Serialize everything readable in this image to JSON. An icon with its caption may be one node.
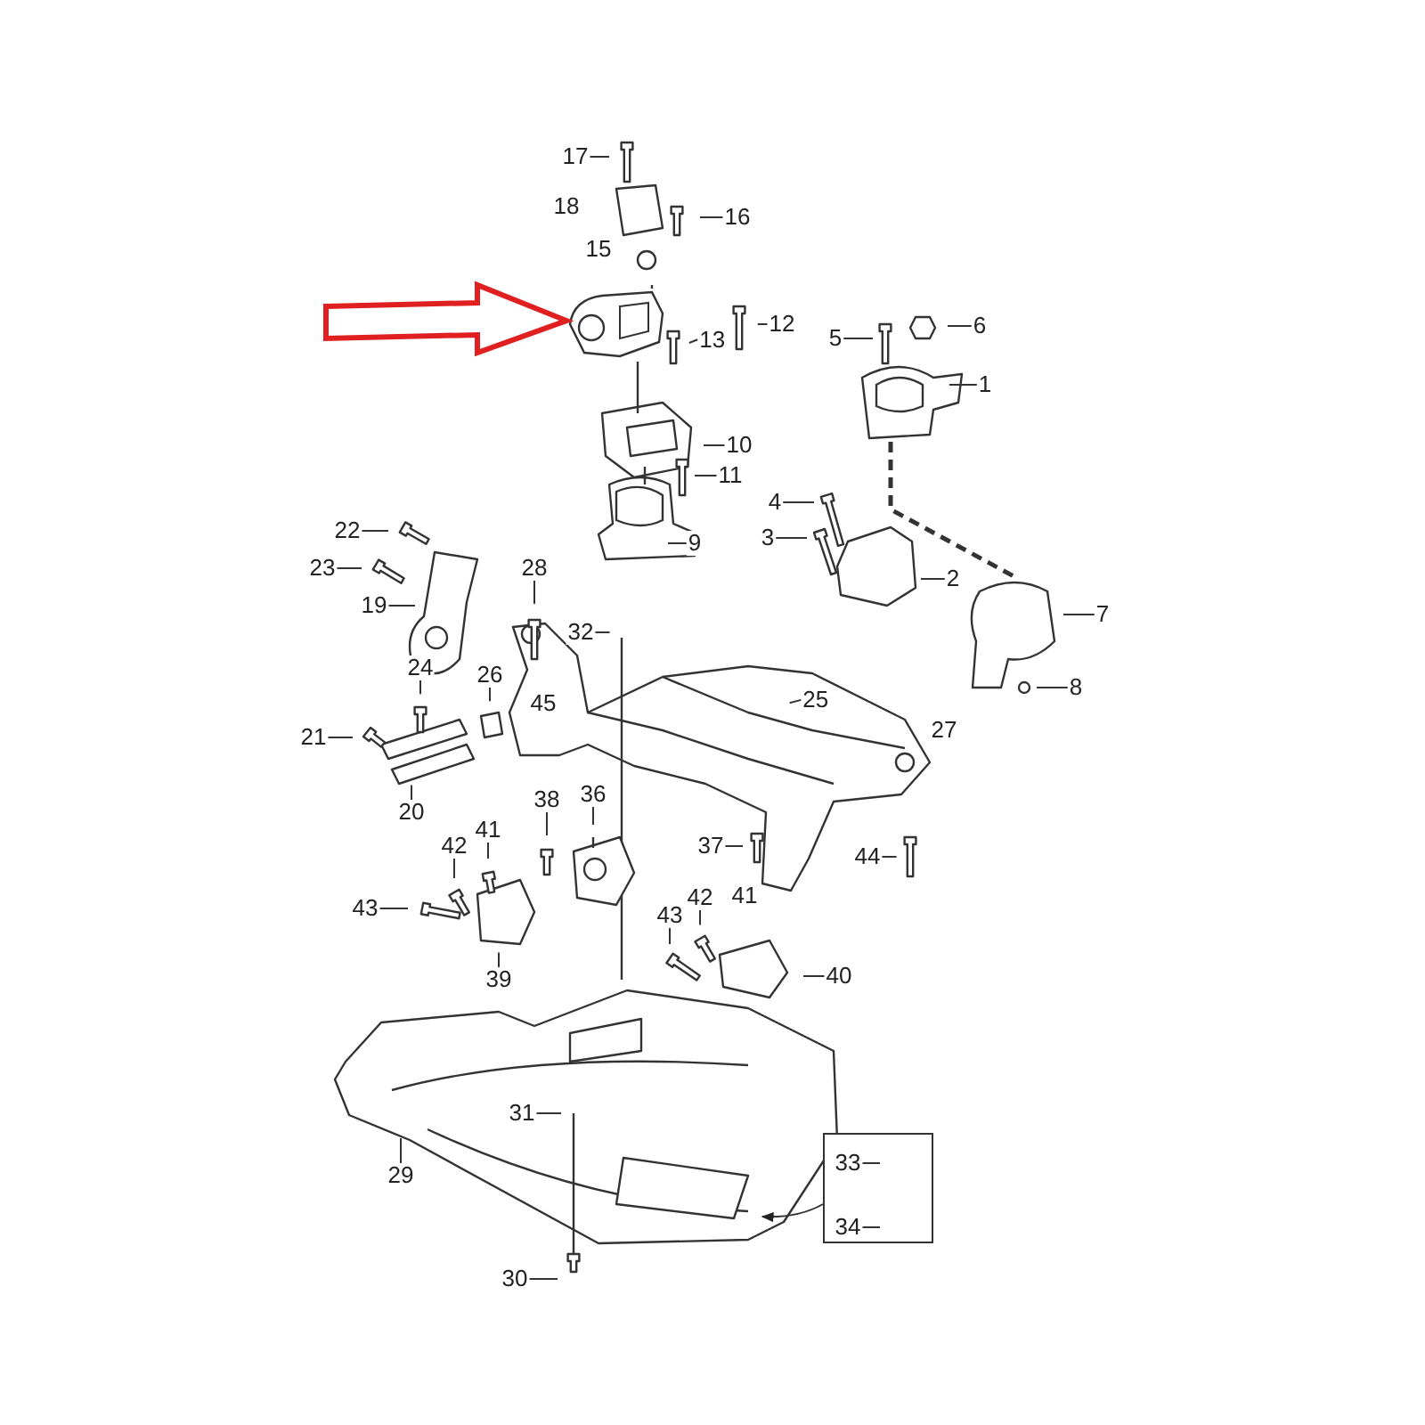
{
  "diagram": {
    "nodes": [
      {
        "text": [
          "17"
        ]
      },
      {
        "text": [
          "18"
        ]
      },
      {
        "text": [
          "16"
        ]
      },
      {
        "text": [
          "15"
        ]
      },
      {
        "text": [
          "12"
        ]
      },
      {
        "text": [
          "13"
        ]
      },
      {
        "text": [
          "5"
        ]
      },
      {
        "text": [
          "6"
        ]
      },
      {
        "text": [
          "1"
        ]
      },
      {
        "text": [
          "10"
        ]
      },
      {
        "text": [
          "11"
        ]
      },
      {
        "text": [
          "4"
        ]
      },
      {
        "text": [
          "3"
        ]
      },
      {
        "text": [
          "9"
        ]
      },
      {
        "text": [
          "2"
        ]
      },
      {
        "text": [
          "22"
        ]
      },
      {
        "text": [
          "23"
        ]
      },
      {
        "text": [
          "19"
        ]
      },
      {
        "text": [
          "28"
        ]
      },
      {
        "text": [
          "32"
        ]
      },
      {
        "text": [
          "7"
        ]
      },
      {
        "text": [
          "24"
        ]
      },
      {
        "text": [
          "26"
        ]
      },
      {
        "text": [
          "8"
        ]
      },
      {
        "text": [
          "21"
        ]
      },
      {
        "text": [
          "25"
        ]
      },
      {
        "text": [
          "20"
        ]
      },
      {
        "text": [
          "38"
        ]
      },
      {
        "text": [
          "36"
        ]
      },
      {
        "text": [
          "41"
        ]
      },
      {
        "text": [
          "37"
        ]
      },
      {
        "text": [
          "44"
        ]
      },
      {
        "text": [
          "42"
        ]
      },
      {
        "text": [
          "43"
        ]
      },
      {
        "text": [
          "39"
        ]
      },
      {
        "text": [
          "42"
        ]
      },
      {
        "text": [
          "43"
        ]
      },
      {
        "text": [
          "40"
        ]
      },
      {
        "text": [
          "31"
        ]
      },
      {
        "text": [
          "29"
        ]
      },
      {
        "text": [],
        "shape": "box"
      },
      {
        "text": [
          "33"
        ],
        "in": 40
      },
      {
        "text": [
          "34"
        ],
        "in": 40
      },
      {
        "text": [
          "30"
        ]
      },
      {
        "text": [],
        "shape": "picture"
      },
      {
        "text": [
          "45"
        ]
      },
      {
        "text": [
          "27"
        ]
      },
      {
        "text": [
          "41"
        ]
      }
    ],
    "edges": [
      {
        "from": 0,
        "to": null,
        "arrow": "none"
      },
      {
        "from": 2,
        "to": null,
        "arrow": "none"
      },
      {
        "from": 4,
        "to": null,
        "arrow": "none"
      },
      {
        "from": 5,
        "to": null,
        "arrow": "none"
      },
      {
        "from": 6,
        "to": null,
        "arrow": "none"
      },
      {
        "from": 7,
        "to": null,
        "arrow": "none"
      },
      {
        "from": 8,
        "to": null,
        "arrow": "none"
      },
      {
        "from": 9,
        "to": null,
        "arrow": "none"
      },
      {
        "from": 10,
        "to": null,
        "arrow": "none"
      },
      {
        "from": 11,
        "to": null,
        "arrow": "none"
      },
      {
        "from": 12,
        "to": null,
        "arrow": "none"
      },
      {
        "from": 13,
        "to": null,
        "arrow": "none"
      },
      {
        "from": 14,
        "to": null,
        "arrow": "none"
      },
      {
        "from": 15,
        "to": null,
        "arrow": "none"
      },
      {
        "from": 16,
        "to": null,
        "arrow": "none"
      },
      {
        "from": 17,
        "to": null,
        "arrow": "none"
      },
      {
        "from": 18,
        "to": null,
        "arrow": "none"
      },
      {
        "from": 19,
        "to": null,
        "arrow": "none"
      },
      {
        "from": 20,
        "to": null,
        "arrow": "none"
      },
      {
        "from": 21,
        "to": null,
        "arrow": "none"
      },
      {
        "from": 22,
        "to": null,
        "arrow": "none"
      },
      {
        "from": 23,
        "to": null,
        "arrow": "none"
      },
      {
        "from": 24,
        "to": null,
        "arrow": "none"
      },
      {
        "from": 25,
        "to": null,
        "arrow": "none"
      },
      {
        "from": 26,
        "to": null,
        "arrow": "none"
      },
      {
        "from": 27,
        "to": null,
        "arrow": "none"
      },
      {
        "from": 28,
        "to": null,
        "arrow": "none"
      },
      {
        "from": 29,
        "to": null,
        "arrow": "none"
      },
      {
        "from": 30,
        "to": null,
        "arrow": "none"
      },
      {
        "from": 31,
        "to": null,
        "arrow": "none"
      },
      {
        "from": 32,
        "to": null,
        "arrow": "none"
      },
      {
        "from": 33,
        "to": null,
        "arrow": "none"
      },
      {
        "from": 34,
        "to": null,
        "arrow": "none"
      },
      {
        "from": 35,
        "to": null,
        "arrow": "none"
      },
      {
        "from": 36,
        "to": null,
        "arrow": "none"
      },
      {
        "from": 37,
        "to": null,
        "arrow": "none"
      },
      {
        "from": 38,
        "to": null,
        "arrow": "none"
      },
      {
        "from": 39,
        "to": null,
        "arrow": "none"
      },
      {
        "from": 41,
        "to": null,
        "arrow": "none"
      },
      {
        "from": 42,
        "to": null,
        "arrow": "none"
      },
      {
        "from": 43,
        "to": null,
        "arrow": "none"
      },
      {
        "from": 40,
        "to": null,
        "arrow": "to"
      },
      {
        "from": null,
        "to": 44,
        "arrow": "to",
        "style": "thick",
        "color": "#e02020"
      }
    ]
  }
}
